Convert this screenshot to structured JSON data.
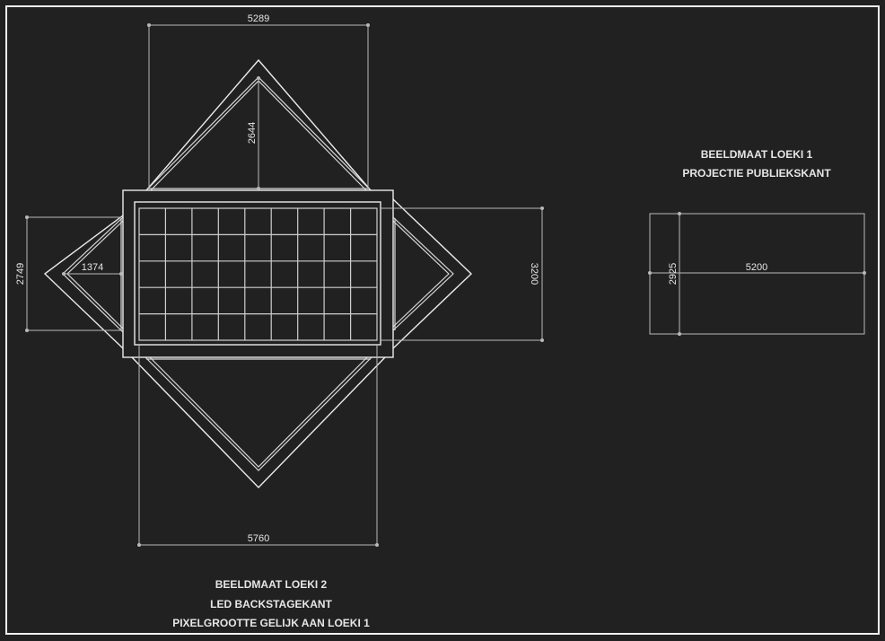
{
  "colors": {
    "background": "#212121",
    "frame": "#f2f2f2",
    "lines": "#ececec",
    "dimension_lines": "#b9b9b9",
    "text": "#e6e6e6"
  },
  "drawing_loeki2": {
    "caption": {
      "line1": "BEELDMAAT LOEKI 2",
      "line2": "LED BACKSTAGEKANT",
      "line3": "PIXELGROOTTE GELIJK AAN LOEKI 1"
    },
    "led_grid": {
      "columns": 9,
      "rows": 5
    },
    "dimensions": {
      "top_width": "5289",
      "top_height": "2644",
      "left_height": "2749",
      "left_depth": "1374",
      "right_height": "3200",
      "bottom_width": "5760"
    }
  },
  "drawing_loeki1": {
    "caption": {
      "line1": "BEELDMAAT LOEKI 1",
      "line2": "PROJECTIE PUBLIEKSKANT"
    },
    "dimensions": {
      "width": "5200",
      "height": "2925"
    }
  }
}
